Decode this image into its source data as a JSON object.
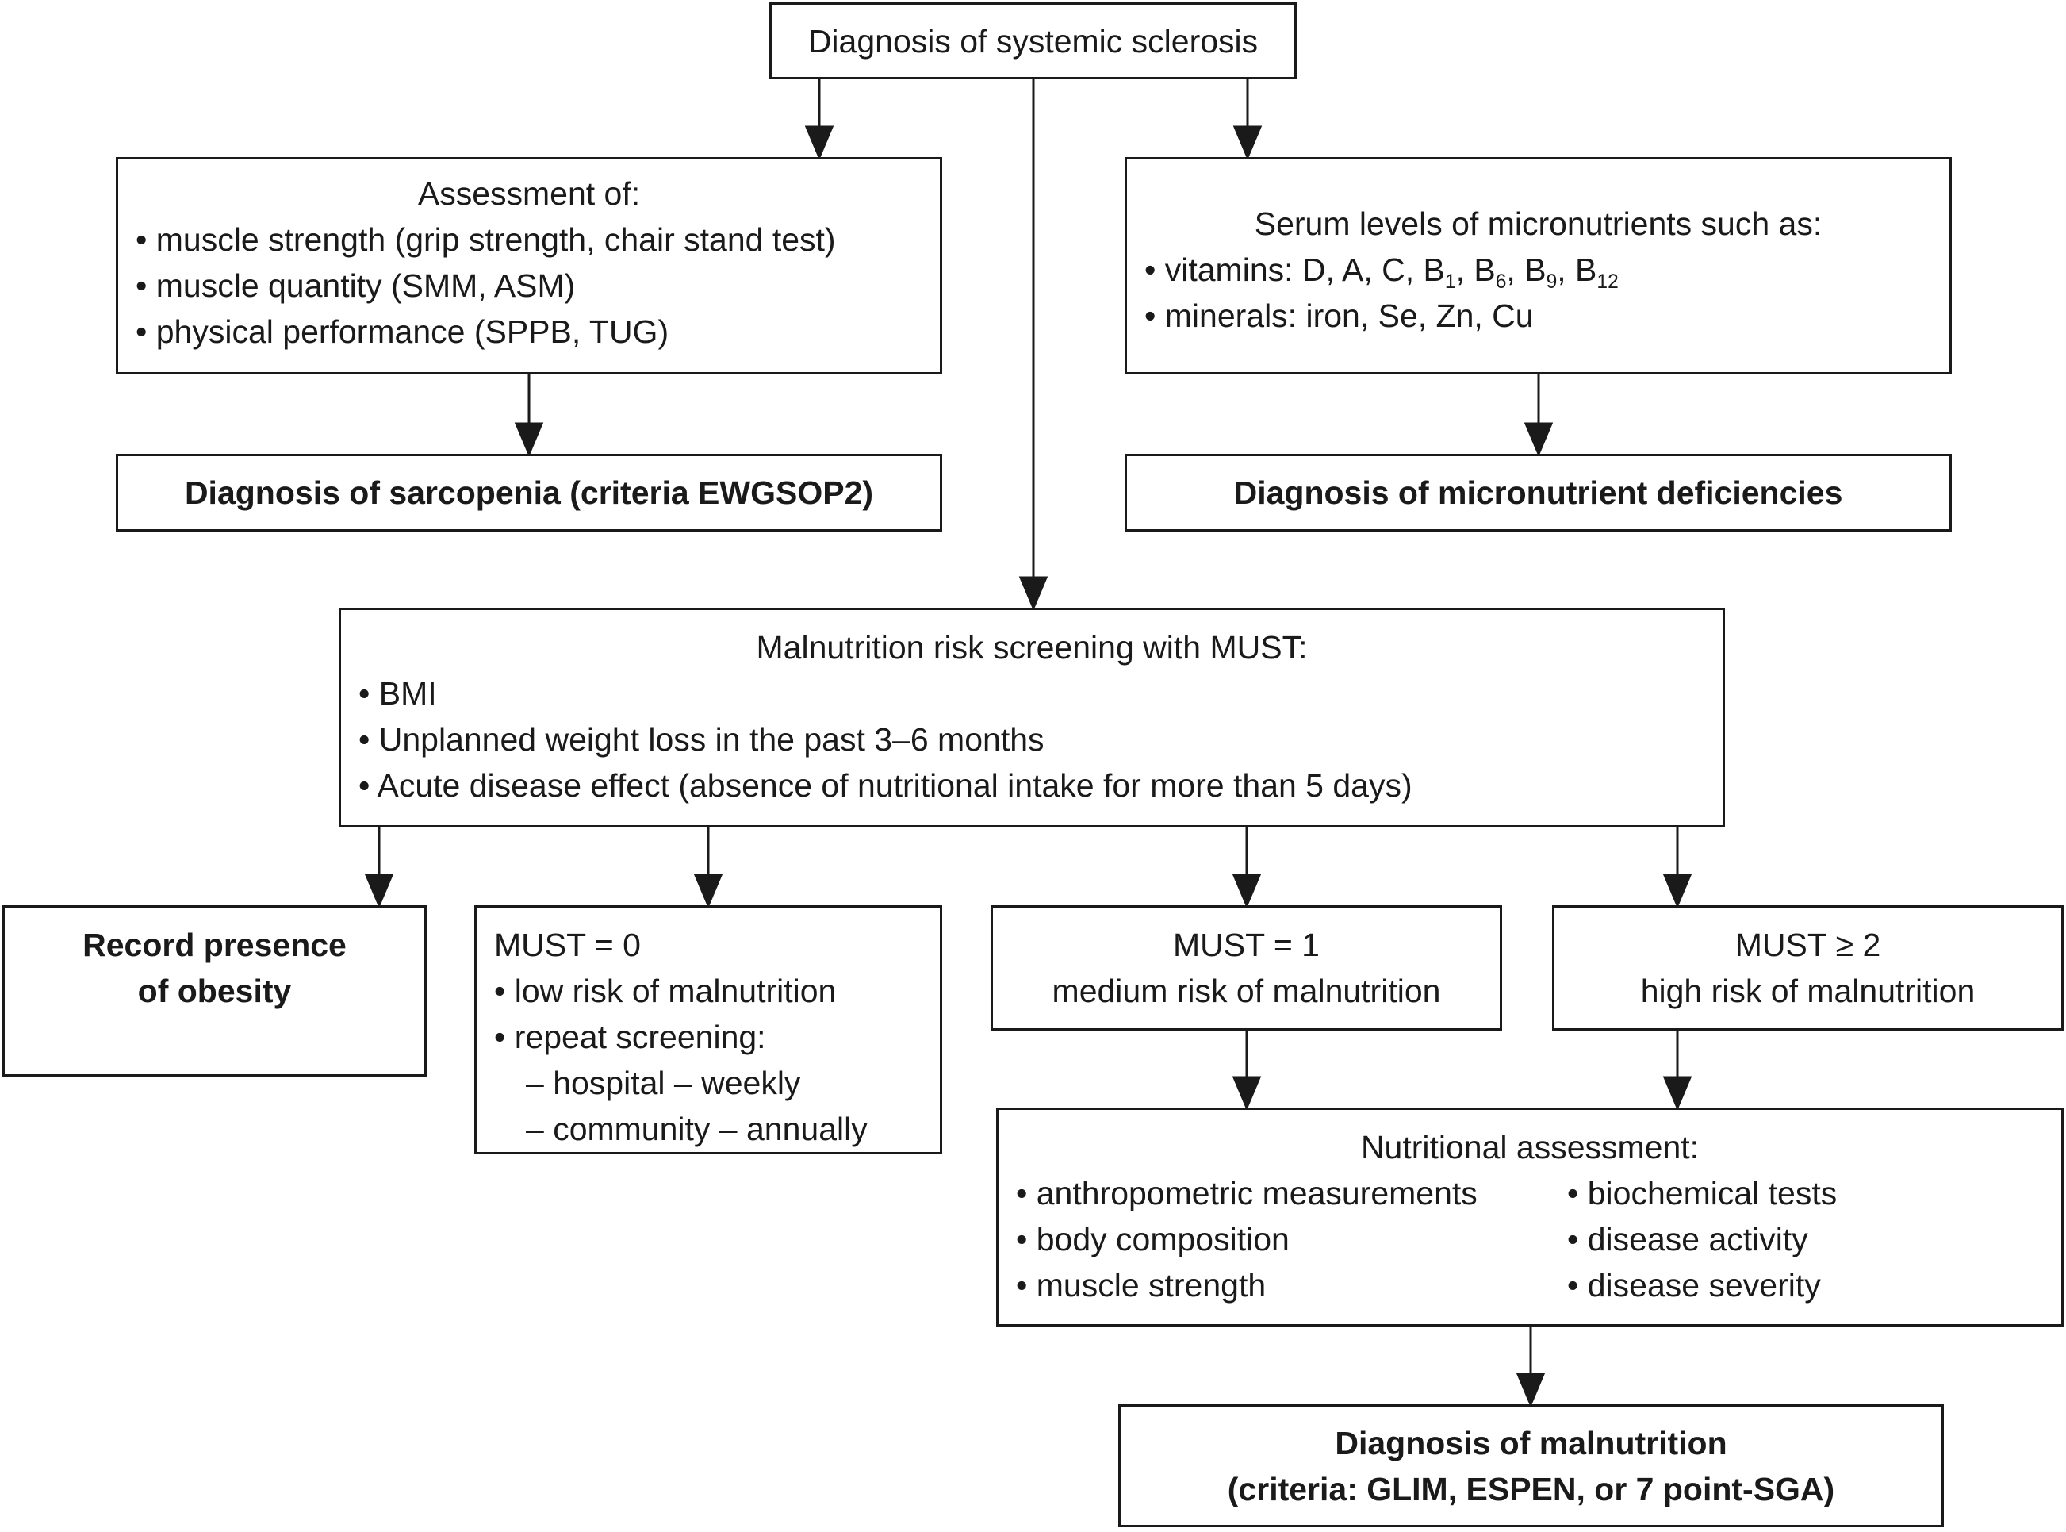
{
  "top": {
    "title": "Diagnosis of systemic sclerosis"
  },
  "sarcopenia": {
    "header": "Assessment of:",
    "items": [
      "muscle strength (grip strength, chair stand test)",
      "muscle quantity (SMM, ASM)",
      "physical performance (SPPB, TUG)"
    ],
    "diagnosis": "Diagnosis of  sarcopenia (criteria EWGSOP2)"
  },
  "micronutrients": {
    "header": "Serum levels of micronutrients such as:",
    "vitamins_prefix": "vitamins: D, A, C, B",
    "vitamins_subscripts": [
      "1",
      "6",
      "9",
      "12"
    ],
    "minerals": "minerals: iron, Se, Zn, Cu",
    "diagnosis": "Diagnosis of  micronutrient deficiencies"
  },
  "must_screening": {
    "header": "Malnutrition risk screening with MUST:",
    "items": [
      "BMI",
      "Unplanned weight loss in the past 3–6 months",
      "Acute disease effect (absence of nutritional intake for more than 5 days)"
    ]
  },
  "obesity": {
    "line1": "Record presence",
    "line2": "of  obesity"
  },
  "must0": {
    "title": "MUST = 0",
    "items": [
      "low risk of malnutrition",
      "repeat screening:"
    ],
    "sub_items": [
      "hospital – weekly",
      "community – annually"
    ]
  },
  "must1": {
    "title": "MUST = 1",
    "subtitle": "medium risk of malnutrition"
  },
  "must2": {
    "title": "MUST ≥ 2",
    "subtitle": "high risk of malnutrition"
  },
  "nutritional_assessment": {
    "header": "Nutritional assessment:",
    "col1": [
      "anthropometric measurements",
      "body composition",
      "muscle strength"
    ],
    "col2": [
      "biochemical tests",
      "disease activity",
      "disease severity"
    ]
  },
  "malnutrition_dx": {
    "line1": "Diagnosis of  malnutrition",
    "line2": "(criteria: GLIM, ESPEN, or 7 point-SGA)"
  }
}
